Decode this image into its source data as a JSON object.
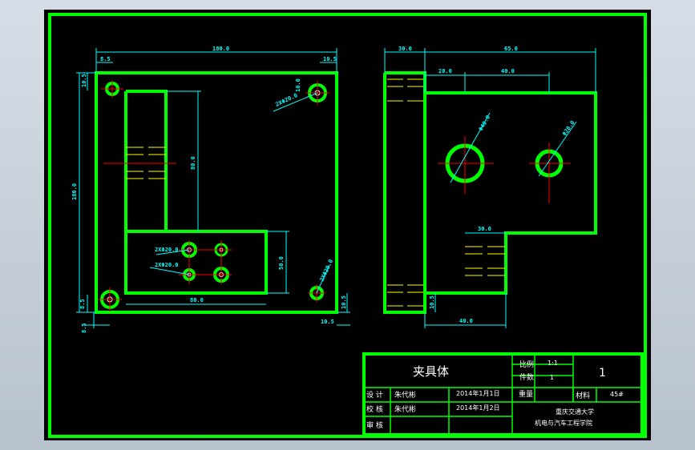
{
  "colors": {
    "outline": "#00ff00",
    "dimension": "#00ffff",
    "centerline": "#ff0000",
    "hidden": "#ffff00",
    "text": "#ffffff",
    "background": "#000000"
  },
  "front_view": {
    "dims": {
      "overall_width": "180.0",
      "right_edge": "10.5",
      "left_edge": "8.5",
      "top_edge": "10.5",
      "overall_height": "180.0",
      "bottom_left_a": "8.5",
      "bottom_left_b": "8.5",
      "inner_height": "80.0",
      "slot_height": "50.0",
      "slot_width": "80.0",
      "bottom_right_a": "10.5",
      "bottom_right_b": "10.5",
      "hole_top_right": "2XΦ20.0",
      "hole_top_right_depth": "10.0",
      "hole_bottom_right": "2XΦ20.0",
      "pattern_a": "2XΦ20.0",
      "pattern_b": "2XΦ20.0"
    }
  },
  "side_view": {
    "dims": {
      "left_width": "30.0",
      "right_width": "65.0",
      "step_a": "20.0",
      "step_b": "40.0",
      "hole_large": "Φ40.0",
      "hole_small": "Φ20.0",
      "lower_step": "30.0",
      "bottom_height": "10.5",
      "bottom_width": "40.0"
    }
  },
  "title_block": {
    "part_name": "夹具体",
    "scale_label": "比例",
    "scale_value": "1:1",
    "count_label": "件数",
    "count_value": "1",
    "sheet_number": "1",
    "weight_label": "重量",
    "material_label": "材料",
    "material_value": "45#",
    "design_label": "设 计",
    "design_name": "朱代彬",
    "design_date": "2014年1月1日",
    "check_label": "校 核",
    "check_name": "朱代彬",
    "check_date": "2014年1月2日",
    "review_label": "审 核",
    "school": "重庆交通大学",
    "department": "机电与汽车工程学院"
  }
}
